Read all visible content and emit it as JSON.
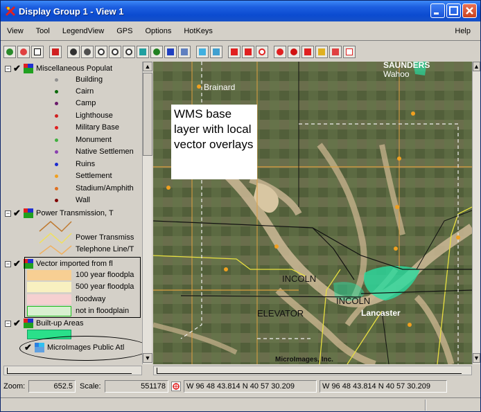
{
  "window": {
    "title": "Display Group 1 - View 1"
  },
  "menu": {
    "items": [
      "View",
      "Tool",
      "LegendView",
      "GPS",
      "Options",
      "HotKeys"
    ],
    "help": "Help"
  },
  "legend": {
    "group_misc": "Miscellaneous Populat",
    "misc_items": [
      {
        "label": "Building",
        "color": "#909090"
      },
      {
        "label": "Cairn",
        "color": "#0a6a0a"
      },
      {
        "label": "Camp",
        "color": "#6a1a6a"
      },
      {
        "label": "Lighthouse",
        "color": "#d02020"
      },
      {
        "label": "Military Base",
        "color": "#e02020"
      },
      {
        "label": "Monument",
        "color": "#40b040"
      },
      {
        "label": "Native Settlemen",
        "color": "#8a40b0"
      },
      {
        "label": "Ruins",
        "color": "#1a2ad0"
      },
      {
        "label": "Settlement",
        "color": "#f0a020"
      },
      {
        "label": "Stadium/Amphith",
        "color": "#e07020"
      },
      {
        "label": "Wall",
        "color": "#800000"
      }
    ],
    "group_power": "Power Transmission, T",
    "power_items": [
      {
        "label": "Power Transmiss"
      },
      {
        "label": "Telephone Line/T"
      }
    ],
    "group_vector": "Vector imported from fl",
    "vector_items": [
      {
        "label": "100 year floodpla",
        "color": "#f7cf93"
      },
      {
        "label": "500 year floodpla",
        "color": "#f8f0c0"
      },
      {
        "label": "floodway",
        "color": "#f5d0d0"
      },
      {
        "label": "not in floodplain",
        "color": "#d8f0d0"
      }
    ],
    "group_builtup": "Built-up Areas",
    "builtup_color": "#2ae08a",
    "group_microimages": "MicroImages Public Atl"
  },
  "map": {
    "callout": "WMS base layer with local vector overlays",
    "labels": {
      "brainard": "Brainard",
      "wahoo": "Wahoo",
      "saunders": "SAUNDERS",
      "lincoln1": "INCOLN",
      "lincoln2": "INCOLN",
      "elevator": "ELEVATOR",
      "lancaster": "Lancaster",
      "watermark": "MicroImages, Inc."
    }
  },
  "status": {
    "zoom_label": "Zoom:",
    "zoom_value": "652.5",
    "scale_label": "Scale:",
    "scale_value": "551178",
    "coord1": "W 96 48 43.814  N 40 57 30.209",
    "coord2": "W 96 48 43.814  N 40 57 30.209"
  }
}
